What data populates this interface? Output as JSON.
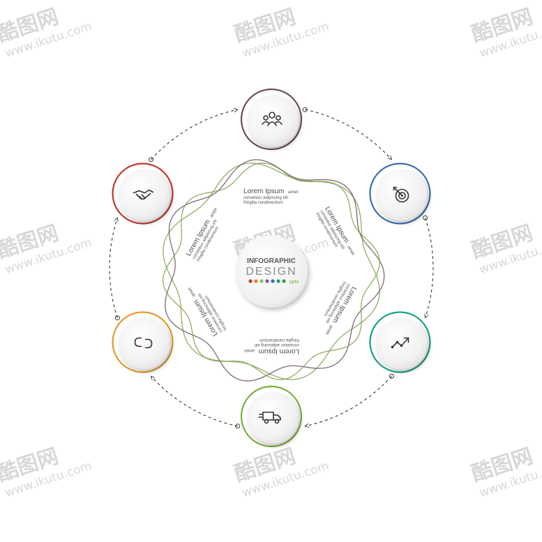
{
  "center": {
    "line1": "INFOGRAPHIC",
    "line2": "DESIGN",
    "line3": "pptx",
    "dot_colors": [
      "#c0392b",
      "#e67e22",
      "#8bc34a",
      "#7b5aa6",
      "#3a6fb0",
      "#16a085",
      "#5d8f3a"
    ]
  },
  "ring_colors": [
    "#7f9f4a",
    "#6b4d5e",
    "#7f9f4a"
  ],
  "labels": [
    {
      "title": "Lorem Ipsum",
      "amet": "amet",
      "line1": "conseteur adipiscing elit",
      "line2": "fringilla condimentum"
    },
    {
      "title": "Lorem Ipsum",
      "amet": "amet",
      "line1": "conseteur adipiscing elit",
      "line2": "fringilla condimentum"
    },
    {
      "title": "Lorem Ipsum",
      "amet": "amet",
      "line1": "conseteur adipiscing elit",
      "line2": "fringilla condimentum"
    },
    {
      "title": "Lorem Ipsum",
      "amet": "amet",
      "line1": "conseteur adipiscing elit",
      "line2": "fringilla condimentum"
    },
    {
      "title": "Lorem Ipsum",
      "amet": "amet",
      "line1": "conseteur adipiscing elit",
      "line2": "fringilla condimentum"
    },
    {
      "title": "Lorem Ipsum",
      "amet": "amet",
      "line1": "conseteur adipiscing elit",
      "line2": "fringilla condimentum"
    }
  ],
  "nodes": [
    {
      "icon": "team-icon",
      "ring": "#6b4d5e"
    },
    {
      "icon": "target-icon",
      "ring": "#3a6fb0"
    },
    {
      "icon": "trend-chart-icon",
      "ring": "#16a085"
    },
    {
      "icon": "truck-icon",
      "ring": "#7cae3c"
    },
    {
      "icon": "link-icon",
      "ring": "#e09a2a"
    },
    {
      "icon": "handshake-icon",
      "ring": "#c0392b"
    }
  ],
  "watermark": {
    "brand": "酷图网",
    "url": "www.ikutu.com"
  }
}
